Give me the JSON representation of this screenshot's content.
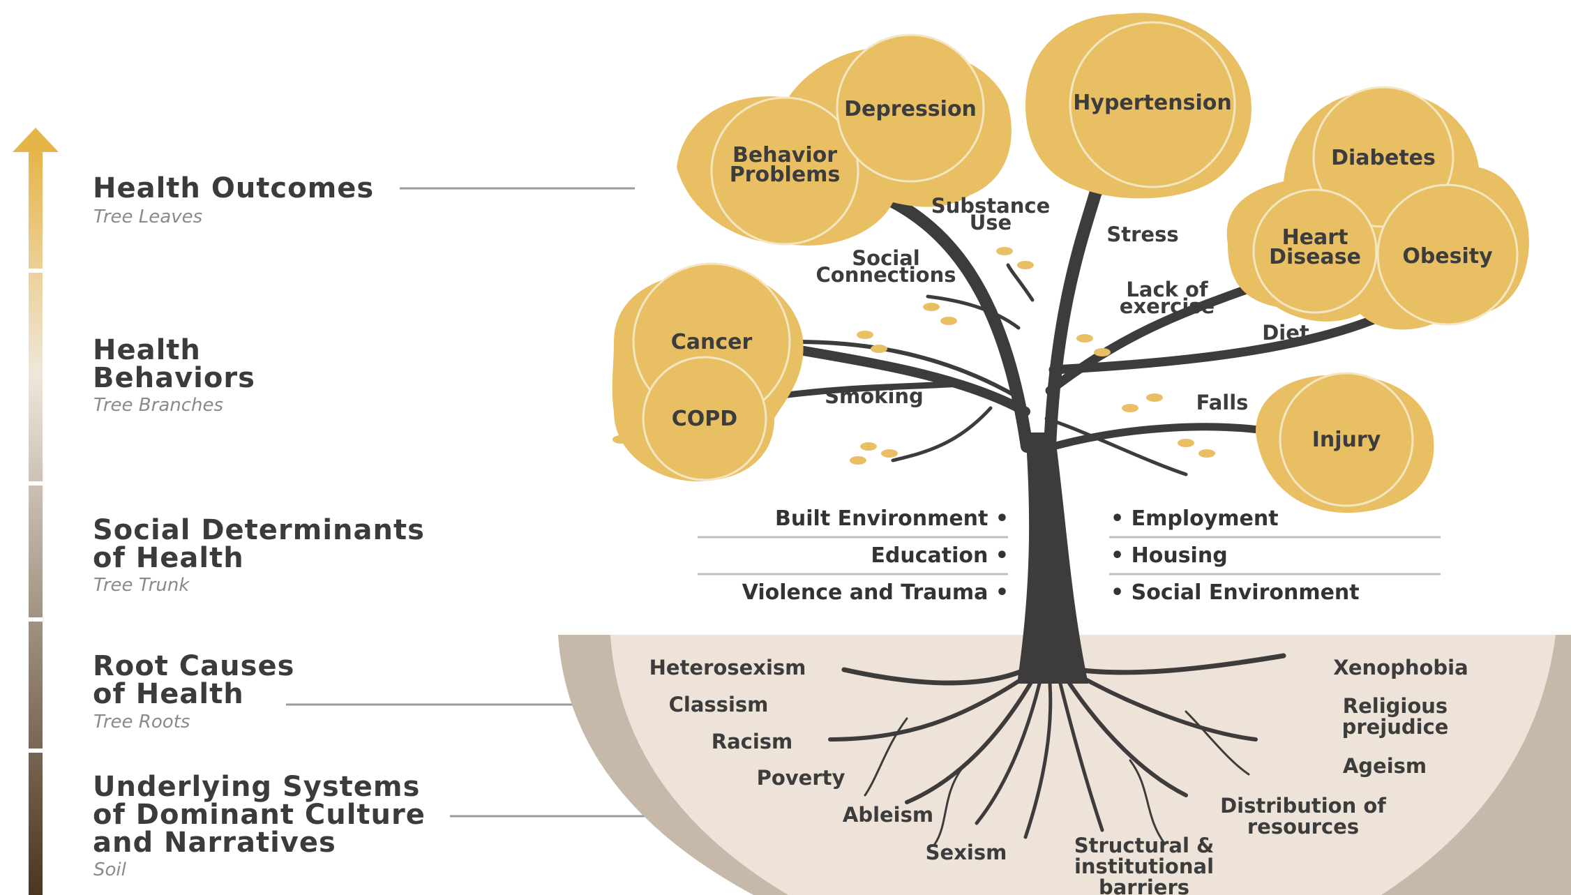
{
  "levels": [
    {
      "title": "Health Outcomes",
      "subtitle": "Tree Leaves"
    },
    {
      "title": "Health\nBehaviors",
      "subtitle": "Tree Branches"
    },
    {
      "title": "Social Determinants\nof Health",
      "subtitle": "Tree Trunk"
    },
    {
      "title": "Root Causes\nof Health",
      "subtitle": "Tree Roots"
    },
    {
      "title": "Underlying Systems\nof Dominant Culture\nand Narratives",
      "subtitle": "Soil"
    }
  ],
  "outcomes": [
    "Behavior Problems",
    "Depression",
    "Hypertension",
    "Diabetes",
    "Heart Disease",
    "Obesity",
    "Cancer",
    "COPD",
    "Injury"
  ],
  "behaviors": [
    "Substance Use",
    "Social Connections",
    "Stress",
    "Lack of exercise",
    "Diet",
    "Smoking",
    "Falls"
  ],
  "determinants": {
    "left": [
      "Built Environment •",
      "Education •",
      "Violence and Trauma •"
    ],
    "right": [
      "• Employment",
      "• Housing",
      "• Social Environment"
    ]
  },
  "root_causes_left": [
    "Heterosexism",
    "Classism",
    "Racism",
    "Poverty",
    "Ableism",
    "Sexism"
  ],
  "root_causes_right": [
    "Xenophobia",
    "Religious prejudice",
    "Ageism",
    "Distribution of resources",
    "Structural & institutional barriers"
  ],
  "colors": {
    "leaf": "#e9bf63",
    "leaf_light": "#f1d48f",
    "trunk": "#3d3b3b",
    "soil": "#ede3d8",
    "soil_rim": "#c6b9aa",
    "text": "#3c3c3c"
  }
}
